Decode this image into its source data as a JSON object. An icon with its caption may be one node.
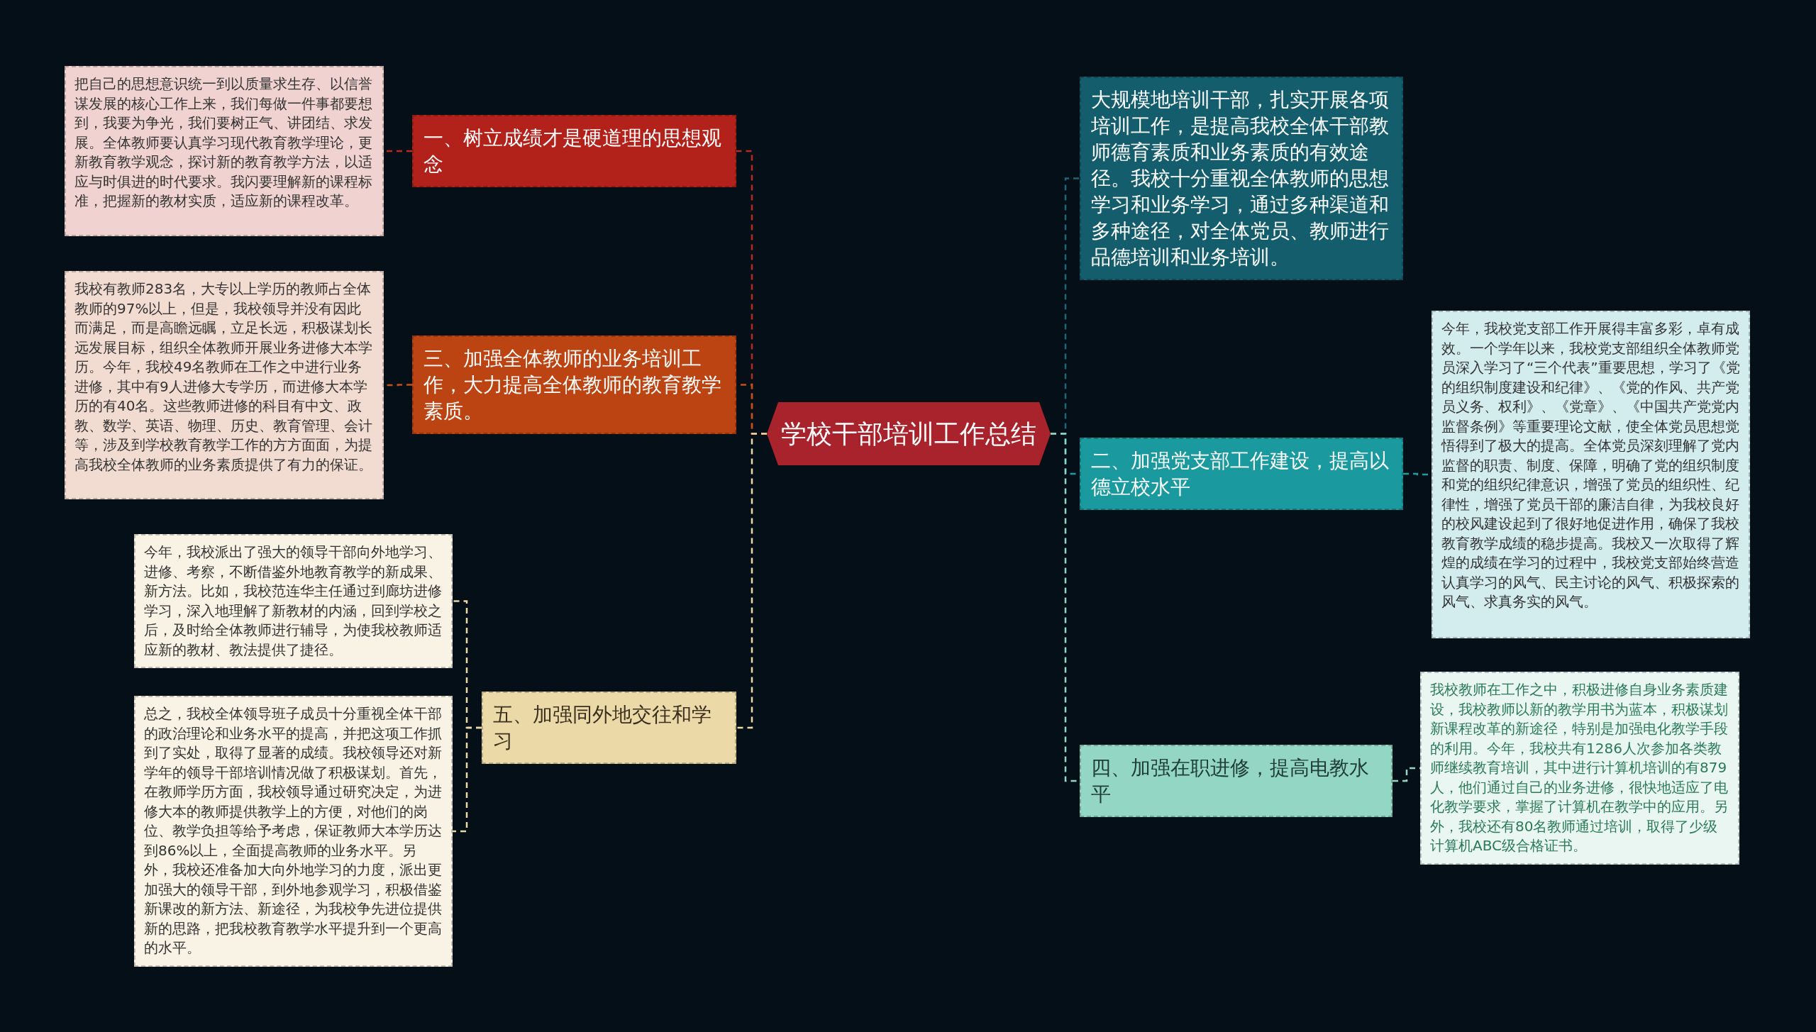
{
  "diagram": {
    "nodes": [
      {
        "text": [
          "学校干部培训工作总结"
        ]
      },
      {
        "text": [
          "把自己的思想意识统一到以质量求生存、以信誉谋发展的核心工作上来，我们每做一件事都要想到，我要为争光，我们要树正气、讲团结、求发展。全体教师要认真学习现代教育教学理论，更新教育教学观念，探讨新的教育教学方法，以适应与时俱进的时代要求。我闪要理解新的课程标准，把握新的教材实质，适应新的课程改革。"
        ]
      },
      {
        "text": [
          "一、树立成绩才是硬道理的思想观念"
        ]
      },
      {
        "text": [
          "我校有教师283名，大专以上学历的教师占全体教师的97%以上，但是，我校领导并没有因此而满足，而是高瞻远瞩，立足长远，积极谋划长远发展目标，组织全体教师开展业务进修大本学历。今年，我校49名教师在工作之中进行业务进修，其中有9人进修大专学历，而进修大本学历的有40名。这些教师进修的科目有中文、政教、数学、英语、物理、历史、教育管理、会计等，涉及到学校教育教学工作的方方面面，为提高我校全体教师的业务素质提供了有力的保证。"
        ]
      },
      {
        "text": [
          "三、加强全体教师的业务培训工作，大力提高全体教师的教育教学素质。"
        ]
      },
      {
        "text": [
          "今年，我校派出了强大的领导干部向外地学习、进修、考察，不断借鉴外地教育教学的新成果、新方法。比如，我校范连华主任通过到廊坊进修学习，深入地理解了新教材的内涵，回到学校之后，及时给全体教师进行辅导，为使我校教师适应新的教材、教法提供了捷径。"
        ]
      },
      {
        "text": [
          "总之，我校全体领导班子成员十分重视全体干部的政治理论和业务水平的提高，并把这项工作抓到了实处，取得了显著的成绩。我校领导还对新学年的领导干部培训情况做了积极谋划。首先，在教师学历方面，我校领导通过研究决定，为进修大本的教师提供教学上的方便，对他们的岗位、教学负担等给予考虑，保证教师大本学历达到86%以上，全面提高教师的业务水平。另外，我校还准备加大向外地学习的力度，派出更加强大的领导干部，到外地参观学习，积极借鉴新课改的新方法、新途径，为我校争先进位提供新的思路，把我校教育教学水平提升到一个更高的水平。"
        ]
      },
      {
        "text": [
          "五、加强同外地交往和学习"
        ]
      },
      {
        "text": [
          "大规模地培训干部，扎实开展各项培训工作，是提高我校全体干部教师德育素质和业务素质的有效途径。我校十分重视全体教师的思想学习和业务学习，通过多种渠道和多种途径，对全体党员、教师进行品德培训和业务培训。"
        ]
      },
      {
        "text": [
          "二、加强党支部工作建设，提高以德立校水平"
        ]
      },
      {
        "text": [
          "今年，我校党支部工作开展得丰富多彩，卓有成效。一个学年以来，我校党支部组织全体教师党员深入学习了“三个代表”重要思想，学习了《党的组织制度建设和纪律》、《党的作风、共产党员义务、权利》、《党章》、《中国共产党党内监督条例》等重要理论文献，使全体党员思想觉悟得到了极大的提高。全体党员深刻理解了党内监督的职责、制度、保障，明确了党的组织制度和党的组织纪律意识，增强了党员的组织性、纪律性，增强了党员干部的廉洁自律，为我校良好的校风建设起到了很好地促进作用，确保了我校教育教学成绩的稳步提高。我校又一次取得了辉煌的成绩在学习的过程中，我校党支部始终营造认真学习的风气、民主讨论的风气、积极探索的风气、求真务实的风气。"
        ]
      },
      {
        "text": [
          "四、加强在职进修，提高电教水平"
        ]
      },
      {
        "text": [
          "我校教师在工作之中，积极进修自身业务素质建设，我校教师以新的教学用书为蓝本，积极谋划新课程改革的新途径，特别是加强电化教学手段的利用。今年，我校共有1286人次参加各类教师继续教育培训，其中进行计算机培训的有879人，他们通过自己的业务进修，很快地适应了电化教学要求，掌握了计算机在教学中的应用。另外，我校还有80名教师通过培训，取得了少级计算机ABC级合格证书。"
        ]
      }
    ],
    "edges": [
      {
        "from": 0,
        "to": 2,
        "arrow": "none",
        "style": "dashed",
        "color": "#b52a22"
      },
      {
        "from": 2,
        "to": 1,
        "arrow": "none",
        "style": "dashed",
        "color": "#b52a22"
      },
      {
        "from": 0,
        "to": 4,
        "arrow": "none",
        "style": "dashed",
        "color": "#c0501c"
      },
      {
        "from": 4,
        "to": 3,
        "arrow": "none",
        "style": "dashed",
        "color": "#c0501c"
      },
      {
        "from": 0,
        "to": 7,
        "arrow": "none",
        "style": "dashed",
        "color": "#ead9a6"
      },
      {
        "from": 7,
        "to": 5,
        "arrow": "none",
        "style": "dashed",
        "color": "#ead9a6"
      },
      {
        "from": 7,
        "to": 6,
        "arrow": "none",
        "style": "dashed",
        "color": "#ead9a6"
      },
      {
        "from": 0,
        "to": 8,
        "arrow": "none",
        "style": "dashed",
        "color": "#1d6676"
      },
      {
        "from": 0,
        "to": 9,
        "arrow": "none",
        "style": "dashed",
        "color": "#1c9ca2"
      },
      {
        "from": 9,
        "to": 10,
        "arrow": "none",
        "style": "dashed",
        "color": "#1c9ca2"
      },
      {
        "from": 0,
        "to": 11,
        "arrow": "none",
        "style": "dashed",
        "color": "#93d6c4"
      },
      {
        "from": 11,
        "to": 12,
        "arrow": "none",
        "style": "dashed",
        "color": "#93d6c4"
      }
    ]
  }
}
